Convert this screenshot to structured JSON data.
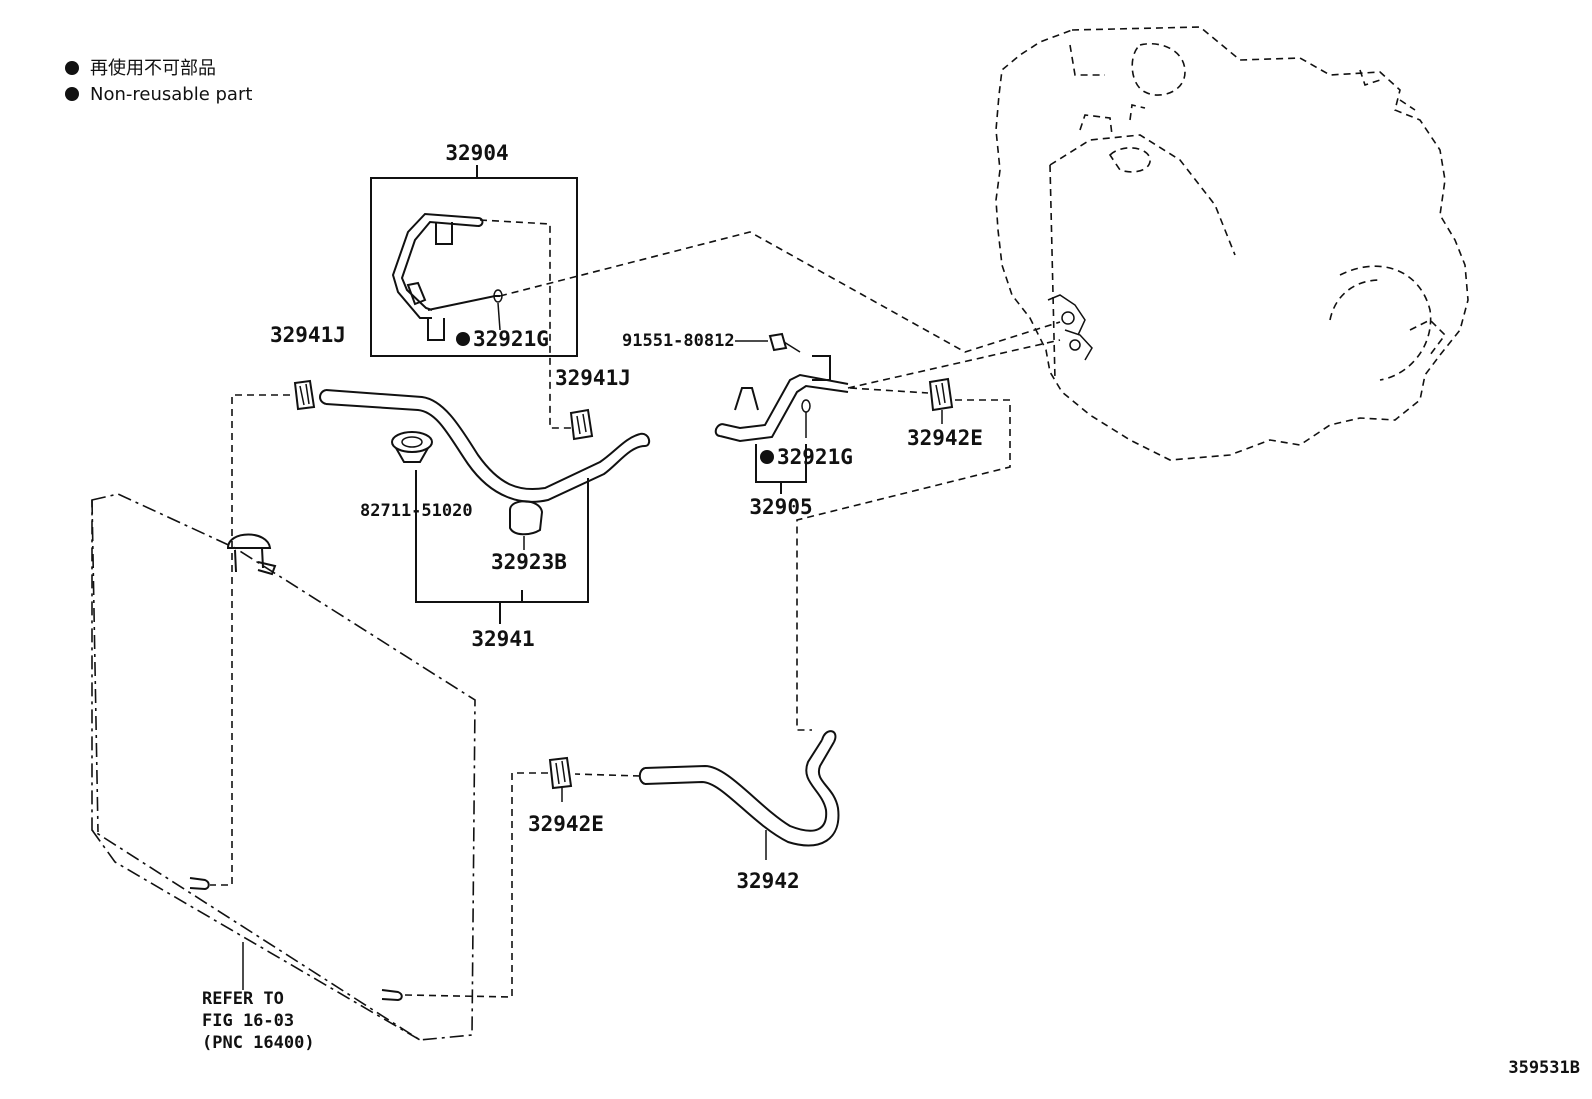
{
  "legend": {
    "line_ja": "再使用不可部品",
    "line_en": "Non-reusable part"
  },
  "parts": {
    "p32904": "32904",
    "p32921G_upper": "32921G",
    "p32941J_left": "32941J",
    "p32941J_right": "32941J",
    "p91551": "91551-80812",
    "p32921G_lower": "32921G",
    "p32942E_right": "32942E",
    "p32905": "32905",
    "p82711": "82711-51020",
    "p32923B": "32923B",
    "p32941": "32941",
    "p32942E_bottom": "32942E",
    "p32942": "32942"
  },
  "refer": {
    "line1": "REFER TO",
    "line2": "FIG 16-03",
    "line3": "(PNC 16400)"
  },
  "figure_id": "359531B",
  "colors": {
    "ink": "#111111",
    "background": "#ffffff"
  },
  "icons": {
    "non_reusable_marker": "filled-circle-icon"
  }
}
